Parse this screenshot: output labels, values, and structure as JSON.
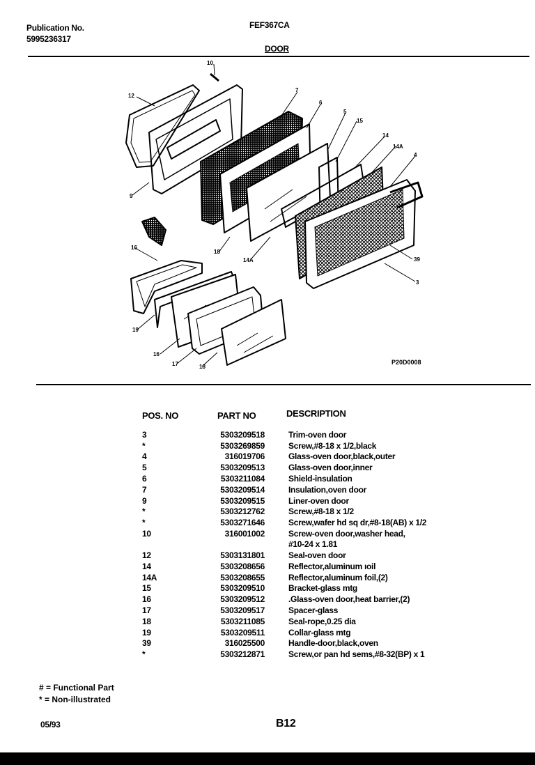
{
  "header": {
    "publication_label": "Publication No.",
    "publication_number": "5995236317",
    "model": "FEF367CA",
    "section": "DOOR"
  },
  "diagram": {
    "code": "P20D0008",
    "callouts": [
      "10",
      "12",
      "7",
      "6",
      "5",
      "15",
      "14",
      "14A",
      "4",
      "9",
      "39",
      "3",
      "18",
      "14A",
      "16",
      "19",
      "16",
      "17",
      "18"
    ]
  },
  "table": {
    "headers": {
      "pos": "POS. NO",
      "part": "PART NO",
      "desc": "DESCRIPTION"
    },
    "rows": [
      {
        "pos": "3",
        "part": "5303209518",
        "desc": "Trim-oven door"
      },
      {
        "pos": "*",
        "part": "5303269859",
        "desc": "Screw,#8-18 x 1/2,black"
      },
      {
        "pos": "4",
        "part": "316019706",
        "desc": "Glass-oven door,black,outer"
      },
      {
        "pos": "5",
        "part": "5303209513",
        "desc": "Glass-oven door,inner"
      },
      {
        "pos": "6",
        "part": "5303211084",
        "desc": "Shield-insulation"
      },
      {
        "pos": "7",
        "part": "5303209514",
        "desc": "Insulation,oven door"
      },
      {
        "pos": "9",
        "part": "5303209515",
        "desc": "Liner-oven door"
      },
      {
        "pos": "*",
        "part": "5303212762",
        "desc": "Screw,#8-18 x 1/2"
      },
      {
        "pos": "*",
        "part": "5303271646",
        "desc": "Screw,wafer hd sq dr,#8-18(AB) x 1/2"
      },
      {
        "pos": "10",
        "part": "316001002",
        "desc": "Screw-oven door,washer head,",
        "desc2": "#10-24 x 1.81"
      },
      {
        "pos": "12",
        "part": "5303131801",
        "desc": "Seal-oven door"
      },
      {
        "pos": "14",
        "part": "5303208656",
        "desc": "Reflector,aluminum ıoil"
      },
      {
        "pos": "14A",
        "part": "5303208655",
        "desc": "Reflector,aluminum foil,(2)"
      },
      {
        "pos": "15",
        "part": "5303209510",
        "desc": "Bracket-glass mtg"
      },
      {
        "pos": "16",
        "part": "5303209512",
        "desc": ".Glass-oven door,heat barrier,(2)"
      },
      {
        "pos": "17",
        "part": "5303209517",
        "desc": "Spacer-glass"
      },
      {
        "pos": "18",
        "part": "5303211085",
        "desc": "Seal-rope,0.25 dia"
      },
      {
        "pos": "19",
        "part": "5303209511",
        "desc": "Collar-glass mtg"
      },
      {
        "pos": "39",
        "part": "316025500",
        "desc": "Handle-door,black,oven"
      },
      {
        "pos": "*",
        "part": "5303212871",
        "desc": "Screw,or pan hd sems,#8-32(BP) x 1"
      }
    ]
  },
  "legend": {
    "functional": "# = Functional Part",
    "non_illustrated": "* = Non-illustrated"
  },
  "footer": {
    "date": "05/93",
    "page": "B12"
  }
}
